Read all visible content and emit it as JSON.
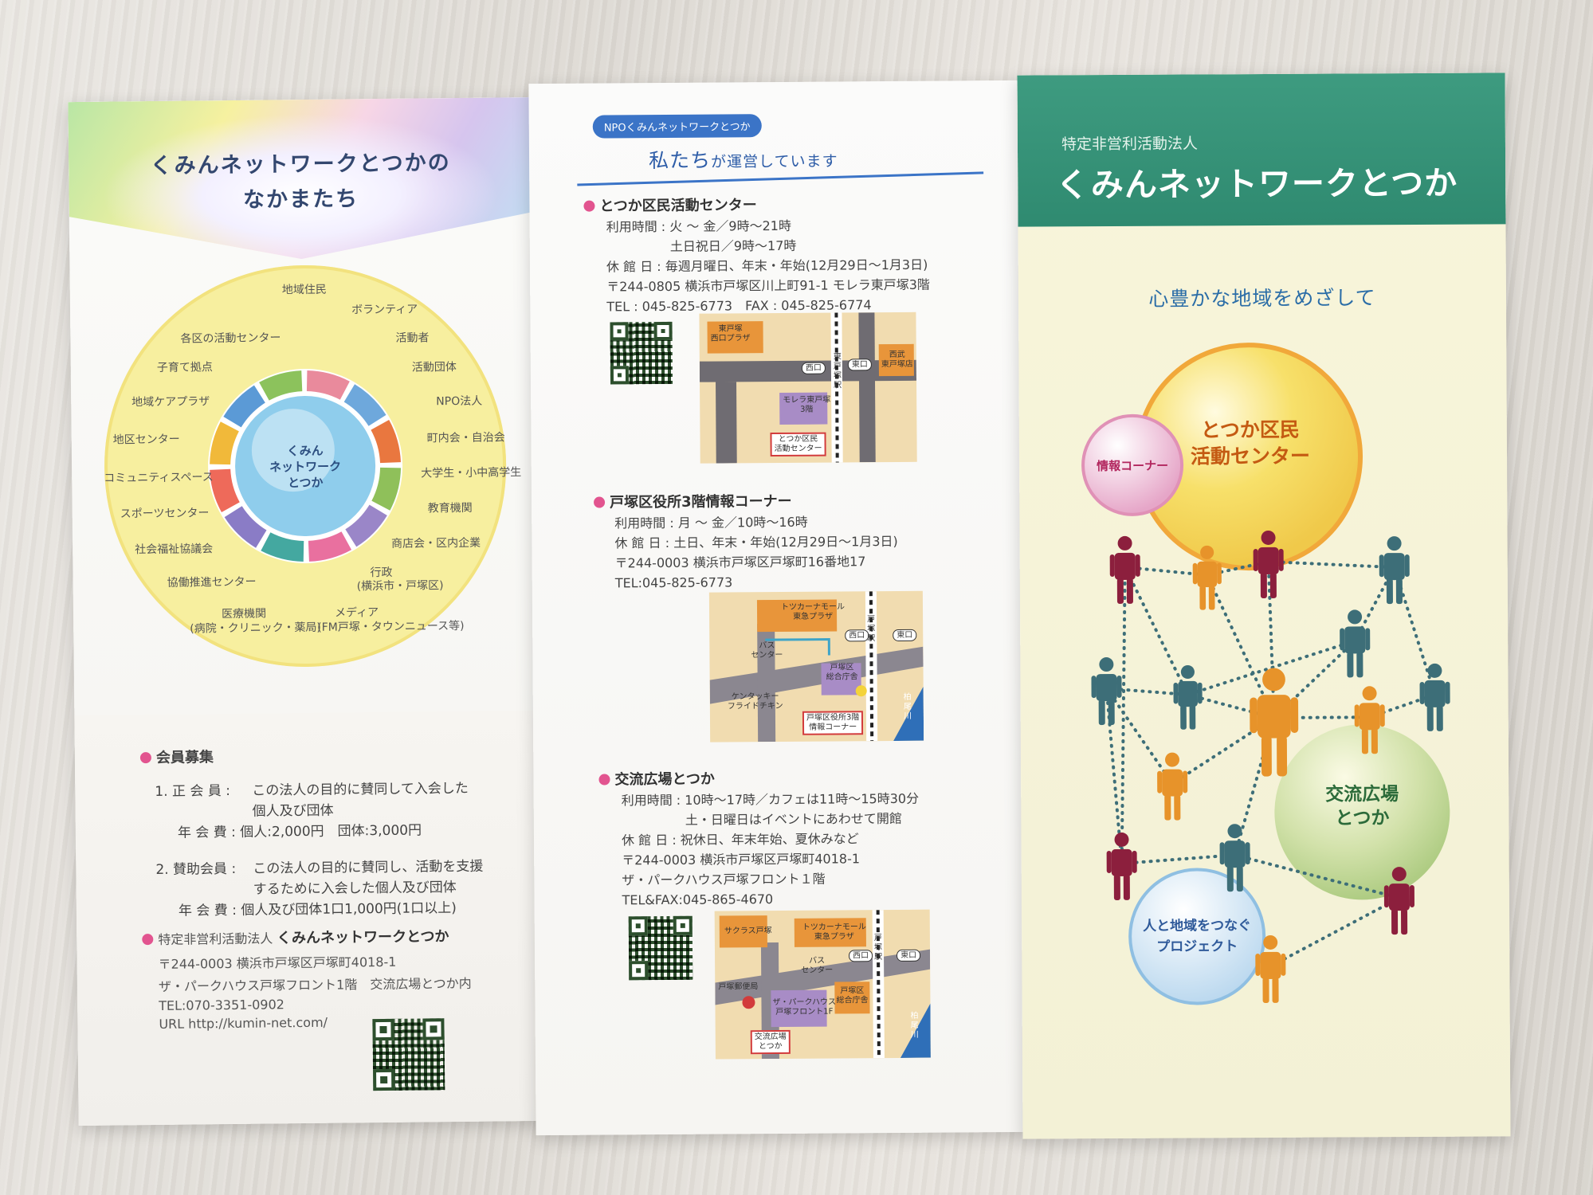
{
  "left_panel": {
    "heading_line1": "くみんネットワークとつかの",
    "heading_line2": "なかまたち",
    "center_line1": "くみん",
    "center_line2": "ネットワーク",
    "center_line3": "とつか",
    "partners": [
      "地域住民",
      "ボランティア",
      "活動者",
      "活動団体",
      "NPO法人",
      "町内会・自治会",
      "大学生・小中高学生",
      "教育機関",
      "商店会・区内企業",
      "行政",
      "(横浜市・戸塚区)",
      "メディア",
      "(FM戸塚・タウンニュース等)",
      "医療機関",
      "(病院・クリニック・薬局)",
      "協働推進センター",
      "社会福祉協議会",
      "スポーツセンター",
      "コミュニティスペース",
      "地区センター",
      "地域ケアプラザ",
      "子育て拠点",
      "各区の活動センター"
    ],
    "ring_colors": [
      "#e98a9c",
      "#6ea8dc",
      "#e9773f",
      "#8fc05a",
      "#9a86c8",
      "#e9709f",
      "#44a8a0",
      "#8a7cc6",
      "#ee6a5a",
      "#f1b93a",
      "#5b9ad6",
      "#8cc25c"
    ],
    "membership": {
      "title": "会員募集",
      "item1_label": "1. 正 会 員 :",
      "item1_text1": "この法人の目的に賛同して入会した",
      "item1_text2": "個人及び団体",
      "item1_fee": "年 会 費 : 個人:2,000円　団体:3,000円",
      "item2_label": "2. 賛助会員 :",
      "item2_text1": "この法人の目的に賛同し、活動を支援",
      "item2_text2": "するために入会した個人及び団体",
      "item2_fee": "年 会 費 : 個人及び団体1口1,000円(1口以上)"
    },
    "org": {
      "prefix": "特定非営利活動法人",
      "name": "くみんネットワークとつか",
      "address1": "〒244-0003 横浜市戸塚区戸塚町4018-1",
      "address2": "ザ・パークハウス戸塚フロント1階　交流広場とつか内",
      "tel": "TEL:070-3351-0902",
      "url": "URL http://kumin-net.com/"
    }
  },
  "middle_panel": {
    "pill": "NPOくみんネットワークとつか",
    "title_main": "私たち",
    "title_sub": "が運営しています",
    "sections": [
      {
        "heading": "とつか区民活動センター",
        "lines": [
          "利用時間 : 火 〜 金／9時〜21時",
          "　　　　　土日祝日／9時〜17時",
          "休 館 日 : 毎週月曜日、年末・年始(12月29日〜1月3日)",
          "〒244-0805 横浜市戸塚区川上町91-1 モレラ東戸塚3階",
          "TEL : 045-825-6773　FAX : 045-825-6774"
        ],
        "map_labels": [
          "東戸塚",
          "西口プラザ",
          "西口",
          "東口",
          "東戸塚駅",
          "西武",
          "東戸塚店",
          "モレラ東戸塚",
          "3階",
          "とつか区民",
          "活動センター"
        ]
      },
      {
        "heading": "戸塚区役所3階情報コーナー",
        "lines": [
          "利用時間 : 月 〜 金／10時〜16時",
          "休 館 日 : 土日、年末・年始(12月29日〜1月3日)",
          "〒244-0003 横浜市戸塚区戸塚町16番地17",
          "TEL:045-825-6773"
        ],
        "map_labels": [
          "トツカーナモール",
          "東急プラザ",
          "西口",
          "東口",
          "戸塚駅",
          "バス",
          "センター",
          "戸塚区",
          "総合庁舎",
          "ケンタッキー",
          "フライドチキン",
          "戸塚区役所3階",
          "情報コーナー",
          "柏尾川"
        ]
      },
      {
        "heading": "交流広場とつか",
        "lines": [
          "利用時間 : 10時〜17時／カフェは11時〜15時30分",
          "　　　　　土・日曜日はイベントにあわせて開館",
          "休 館 日 : 祝休日、年末年始、夏休みなど",
          "〒244-0003 横浜市戸塚区戸塚町4018-1",
          "ザ・パークハウス戸塚フロント１階",
          "TEL&FAX:045-865-4670"
        ],
        "map_labels": [
          "サクラス戸塚",
          "トツカーナモール",
          "東急プラザ",
          "西口",
          "東口",
          "戸塚駅",
          "バス",
          "センター",
          "戸塚郵便局",
          "ザ・パークハウス",
          "戸塚フロント1F",
          "戸塚区",
          "総合庁舎",
          "交流広場",
          "とつか",
          "柏尾川"
        ]
      }
    ]
  },
  "right_panel": {
    "subtitle": "特定非営利活動法人",
    "title": "くみんネットワークとつか",
    "tagline": "心豊かな地域をめざして",
    "bubbles": {
      "main_line1": "とつか区民",
      "main_line2": "活動センター",
      "info": "情報コーナー",
      "plaza_line1": "交流広場",
      "plaza_line2": "とつか",
      "project_line1": "人と地域をつなぐ",
      "project_line2": "プロジェクト"
    },
    "colors": {
      "header_green": "#36917a",
      "figure_teal": "#3d6e78",
      "figure_orange": "#e7932a",
      "figure_wine": "#8c1f3d"
    }
  }
}
